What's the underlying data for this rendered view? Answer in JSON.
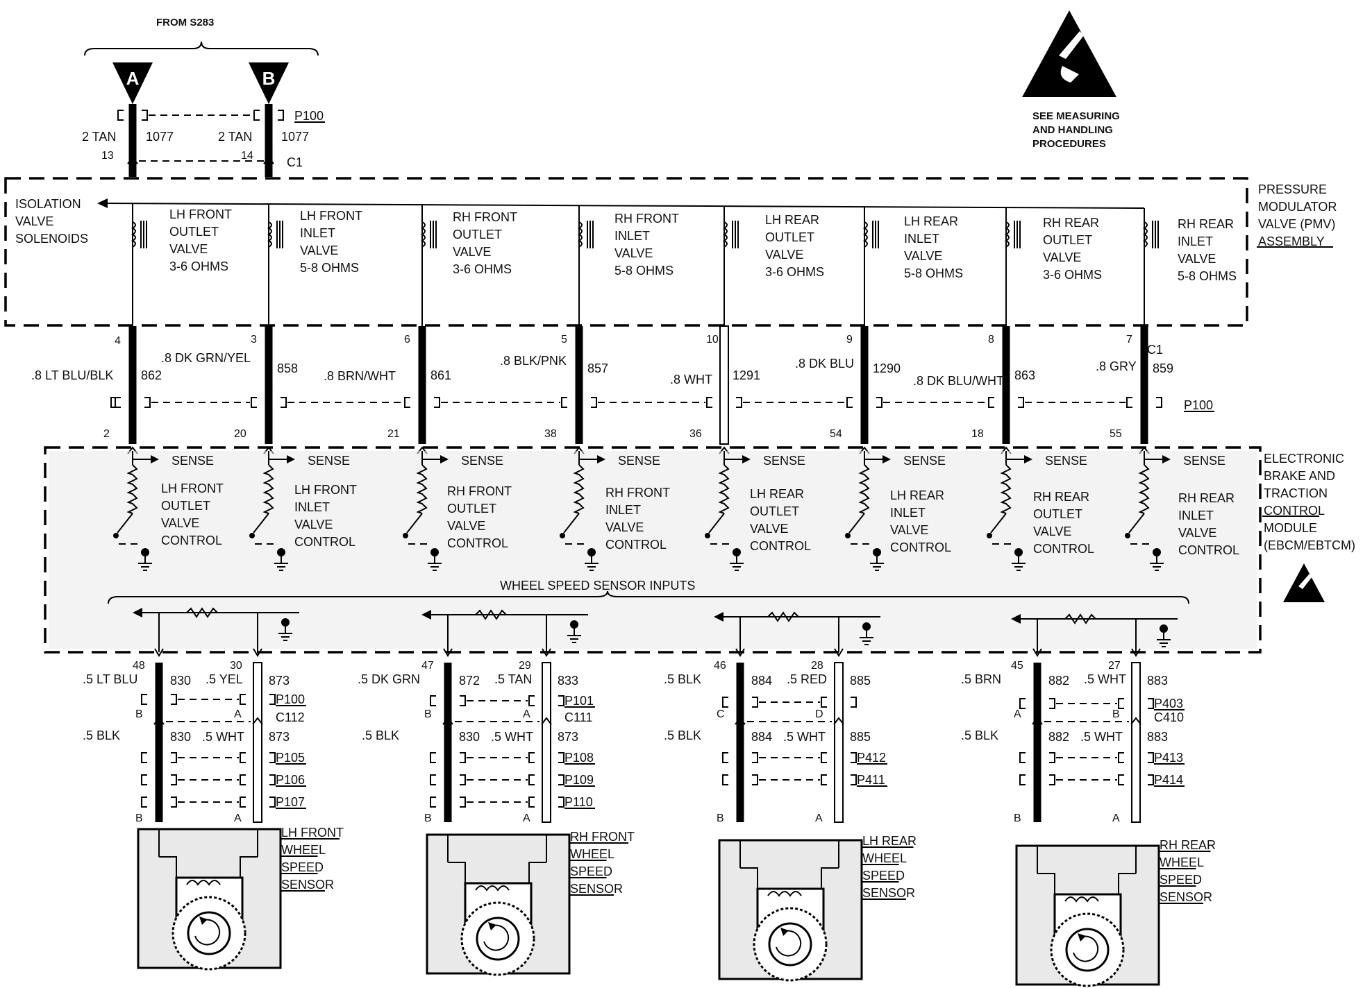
{
  "header": {
    "from_label": "FROM S283",
    "tri_a": "A",
    "tri_b": "B",
    "caution_lines": [
      "SEE MEASURING",
      "AND HANDLING",
      "PROCEDURES"
    ]
  },
  "top_wires": {
    "a": {
      "size": "2 TAN",
      "circuit": "1077",
      "pin": "13"
    },
    "b": {
      "size": "2 TAN",
      "circuit": "1077",
      "pin": "14"
    },
    "p100": "P100",
    "c1": "C1"
  },
  "pmv": {
    "isolation": [
      "ISOLATION",
      "VALVE",
      "SOLENOIDS"
    ],
    "title_lines": [
      "PRESSURE",
      "MODULATOR",
      "VALVE (PMV)",
      "ASSEMBLY"
    ],
    "valves": [
      {
        "lines": [
          "LH FRONT",
          "OUTLET",
          "VALVE",
          "3-6 OHMS"
        ]
      },
      {
        "lines": [
          "LH FRONT",
          "INLET",
          "VALVE",
          "5-8 OHMS"
        ]
      },
      {
        "lines": [
          "RH FRONT",
          "OUTLET",
          "VALVE",
          "3-6 OHMS"
        ]
      },
      {
        "lines": [
          "RH FRONT",
          "INLET",
          "VALVE",
          "5-8 OHMS"
        ]
      },
      {
        "lines": [
          "LH REAR",
          "OUTLET",
          "VALVE",
          "3-6 OHMS"
        ]
      },
      {
        "lines": [
          "LH REAR",
          "INLET",
          "VALVE",
          "5-8 OHMS"
        ]
      },
      {
        "lines": [
          "RH REAR",
          "OUTLET",
          "VALVE",
          "3-6 OHMS"
        ]
      },
      {
        "lines": [
          "RH REAR",
          "INLET",
          "VALVE",
          "5-8 OHMS"
        ]
      }
    ]
  },
  "mid_wires": {
    "c1": "C1",
    "p100": "P100",
    "wires": [
      {
        "top_pin": "4",
        "color": ".8 LT BLU/BLK",
        "circuit": "862",
        "bottom_pin": "2"
      },
      {
        "top_pin": "3",
        "color": ".8 DK GRN/YEL",
        "circuit": "858",
        "bottom_pin": "20"
      },
      {
        "top_pin": "6",
        "color": ".8 BRN/WHT",
        "circuit": "861",
        "bottom_pin": "21"
      },
      {
        "top_pin": "5",
        "color": ".8 BLK/PNK",
        "circuit": "857",
        "bottom_pin": "38"
      },
      {
        "top_pin": "10",
        "color": ".8 WHT",
        "circuit": "1291",
        "bottom_pin": "36"
      },
      {
        "top_pin": "9",
        "color": ".8 DK BLU",
        "circuit": "1290",
        "bottom_pin": "54"
      },
      {
        "top_pin": "8",
        "color": ".8 DK BLU/WHT",
        "circuit": "863",
        "bottom_pin": "18"
      },
      {
        "top_pin": "7",
        "color": ".8 GRY",
        "circuit": "859",
        "bottom_pin": "55"
      }
    ]
  },
  "ebcm": {
    "sense": "SENSE",
    "title_lines": [
      "ELECTRONIC",
      "BRAKE AND",
      "TRACTION",
      "CONTROL",
      "MODULE",
      "(EBCM/EBTCM)"
    ],
    "wss_inputs": "WHEEL SPEED SENSOR INPUTS",
    "controls": [
      {
        "lines": [
          "LH FRONT",
          "OUTLET",
          "VALVE",
          "CONTROL"
        ]
      },
      {
        "lines": [
          "LH FRONT",
          "INLET",
          "VALVE",
          "CONTROL"
        ]
      },
      {
        "lines": [
          "RH FRONT",
          "OUTLET",
          "VALVE",
          "CONTROL"
        ]
      },
      {
        "lines": [
          "RH FRONT",
          "INLET",
          "VALVE",
          "CONTROL"
        ]
      },
      {
        "lines": [
          "LH REAR",
          "OUTLET",
          "VALVE",
          "CONTROL"
        ]
      },
      {
        "lines": [
          "LH REAR",
          "INLET",
          "VALVE",
          "CONTROL"
        ]
      },
      {
        "lines": [
          "RH REAR",
          "OUTLET",
          "VALVE",
          "CONTROL"
        ]
      },
      {
        "lines": [
          "RH REAR",
          "INLET",
          "VALVE",
          "CONTROL"
        ]
      }
    ]
  },
  "sensors": [
    {
      "pin_l": "48",
      "col_l": ".5 LT BLU",
      "cir_l": "830",
      "pin_r": "30",
      "col_r": ".5 YEL",
      "cir_r": "873",
      "term_l1": "B",
      "term_r1": "A",
      "conn1": "P100",
      "conn2": "C112",
      "low_col_l": ".5 BLK",
      "low_cir_l": "830",
      "low_col_r": ".5 WHT",
      "low_cir_r": "873",
      "conns": [
        "P105",
        "P106",
        "P107"
      ],
      "term_l2": "B",
      "term_r2": "A",
      "name_lines": [
        "LH FRONT",
        "WHEEL",
        "SPEED",
        "SENSOR"
      ]
    },
    {
      "pin_l": "47",
      "col_l": ".5 DK GRN",
      "cir_l": "872",
      "pin_r": "29",
      "col_r": ".5 TAN",
      "cir_r": "833",
      "term_l1": "B",
      "term_r1": "A",
      "conn1": "P101",
      "conn2": "C111",
      "low_col_l": ".5 BLK",
      "low_cir_l": "830",
      "low_col_r": ".5 WHT",
      "low_cir_r": "873",
      "conns": [
        "P108",
        "P109",
        "P110"
      ],
      "term_l2": "B",
      "term_r2": "A",
      "name_lines": [
        "RH FRONT",
        "WHEEL",
        "SPEED",
        "SENSOR"
      ]
    },
    {
      "pin_l": "46",
      "col_l": ".5 BLK",
      "cir_l": "884",
      "pin_r": "28",
      "col_r": ".5 RED",
      "cir_r": "885",
      "term_l1": "C",
      "term_r1": "D",
      "conn1": "",
      "conn2": "",
      "low_col_l": ".5 BLK",
      "low_cir_l": "884",
      "low_col_r": ".5 WHT",
      "low_cir_r": "885",
      "conns": [
        "P412",
        "P411"
      ],
      "term_l2": "B",
      "term_r2": "A",
      "name_lines": [
        "LH REAR",
        "WHEEL",
        "SPEED",
        "SENSOR"
      ]
    },
    {
      "pin_l": "45",
      "col_l": ".5 BRN",
      "cir_l": "882",
      "pin_r": "27",
      "col_r": ".5 WHT",
      "cir_r": "883",
      "term_l1": "A",
      "term_r1": "B",
      "conn1": "P403",
      "conn2": "C410",
      "low_col_l": ".5 BLK",
      "low_cir_l": "882",
      "low_col_r": ".5 WHT",
      "low_cir_r": "883",
      "conns": [
        "P413",
        "P414"
      ],
      "term_l2": "B",
      "term_r2": "A",
      "name_lines": [
        "RH REAR",
        "WHEEL",
        "SPEED",
        "SENSOR"
      ]
    }
  ]
}
